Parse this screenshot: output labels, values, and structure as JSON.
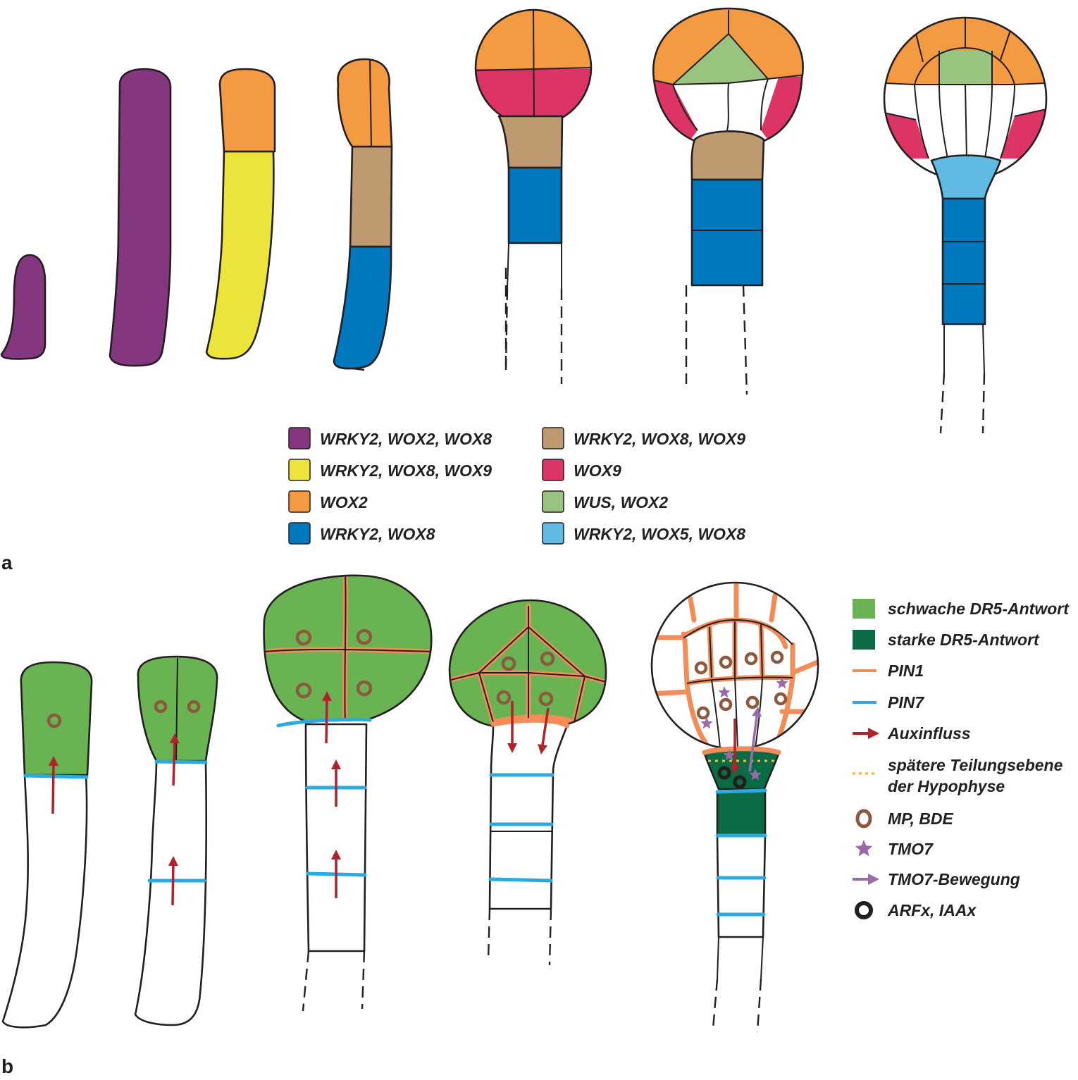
{
  "panels": {
    "a": {
      "label": "a"
    },
    "b": {
      "label": "b"
    }
  },
  "colors": {
    "purple": "#84367f",
    "yellow": "#ece43a",
    "orange": "#f39a42",
    "dark_blue": "#0078bd",
    "tan": "#bf9a70",
    "magenta": "#dc3565",
    "light_green_a": "#98c47f",
    "light_blue": "#5fbbe4",
    "weak_dr5_green": "#6ab353",
    "strong_dr5_green": "#0b6b45",
    "pin1": "#f28c58",
    "pin7": "#29aae1",
    "auxin_arrow": "#b0232a",
    "tmo7": "#9a6bab",
    "mp_bde": "#8b5a3c",
    "arf_iaa": "#231f20",
    "division_plane": "#f3c130"
  },
  "legend_a": [
    {
      "label": "WRKY2, WOX2, WOX8",
      "color": "#84367f"
    },
    {
      "label": "WRKY2, WOX8, WOX9",
      "color": "#ece43a"
    },
    {
      "label": "WOX2",
      "color": "#f39a42"
    },
    {
      "label": "WRKY2, WOX8",
      "color": "#0078bd"
    },
    {
      "label": "WRKY2, WOX8, WOX9",
      "color": "#bf9a70"
    },
    {
      "label": "WOX9",
      "color": "#dc3565"
    },
    {
      "label": "WUS, WOX2",
      "color": "#98c47f"
    },
    {
      "label": "WRKY2, WOX5, WOX8",
      "color": "#5fbbe4"
    }
  ],
  "legend_b": [
    {
      "label": "schwache DR5-Antwort",
      "symbol": "square-light-green-icon"
    },
    {
      "label": "starke DR5-Antwort",
      "symbol": "square-dark-green-icon"
    },
    {
      "label": "PIN1",
      "symbol": "orange-line-icon"
    },
    {
      "label": "PIN7",
      "symbol": "blue-line-icon"
    },
    {
      "label": "Auxinfluss",
      "symbol": "red-arrow-icon"
    },
    {
      "label": "spätere Teilungsebene",
      "label2": "der Hypophyse",
      "symbol": "yellow-dotted-line-icon"
    },
    {
      "label": "MP, BDE",
      "symbol": "brown-ring-icon"
    },
    {
      "label": "TMO7",
      "symbol": "purple-star-icon"
    },
    {
      "label": "TMO7-Bewegung",
      "symbol": "purple-arrow-icon"
    },
    {
      "label": "ARFx, IAAx",
      "symbol": "black-ring-icon"
    }
  ]
}
